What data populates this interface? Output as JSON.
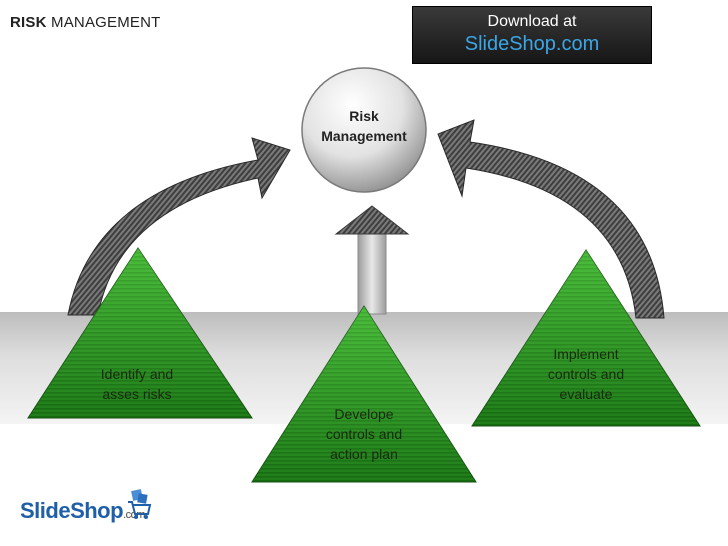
{
  "header": {
    "title_bold": "RISK",
    "title_rest": " MANAGEMENT"
  },
  "download": {
    "line1": "Download at",
    "line2": "SlideShop.com"
  },
  "hub": {
    "label_line1": "Risk",
    "label_line2": "Management"
  },
  "steps": [
    {
      "line1": "Identify and",
      "line2": "asses risks"
    },
    {
      "line1": "Develope",
      "line2": "controls and",
      "line3": "action plan"
    },
    {
      "line1": "Implement",
      "line2": "controls and",
      "line3": "evaluate"
    }
  ],
  "logo": {
    "main": "SlideShop",
    "suffix": ".com"
  },
  "colors": {
    "triangle": "#2f9a1f",
    "arrow": "#6a6a6a",
    "link": "#3aa6e6"
  }
}
